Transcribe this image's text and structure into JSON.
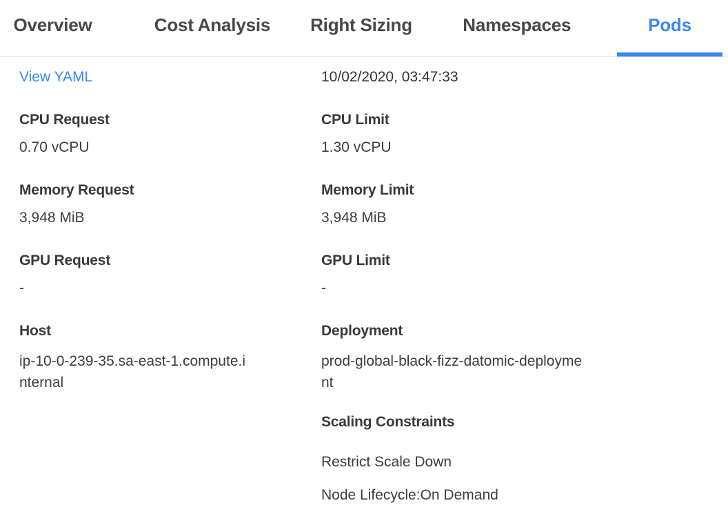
{
  "accent_color": "#3d87f2",
  "tabs": [
    {
      "label": "Overview",
      "active": false
    },
    {
      "label": "Cost Analysis",
      "active": false
    },
    {
      "label": "Right Sizing",
      "active": false
    },
    {
      "label": "Namespaces",
      "active": false
    },
    {
      "label": "Pods",
      "active": true
    }
  ],
  "details": {
    "view_yaml_label": "View YAML",
    "timestamp": "10/02/2020, 03:47:33",
    "left_fields": [
      {
        "label": "CPU Request",
        "value": "0.70 vCPU"
      },
      {
        "label": "Memory Request",
        "value": "3,948 MiB"
      },
      {
        "label": "GPU Request",
        "value": "-"
      },
      {
        "label": "Host",
        "value": "ip-10-0-239-35.sa-east-1.compute.internal"
      }
    ],
    "right_fields": [
      {
        "label": "CPU Limit",
        "value": "1.30 vCPU"
      },
      {
        "label": "Memory Limit",
        "value": "3,948 MiB"
      },
      {
        "label": "GPU Limit",
        "value": "-"
      },
      {
        "label": "Deployment",
        "value": "prod-global-black-fizz-datomic-deployment"
      }
    ],
    "scaling": {
      "title": "Scaling Constraints",
      "items": [
        "Restrict Scale Down",
        "Node Lifecycle:On Demand"
      ]
    }
  }
}
